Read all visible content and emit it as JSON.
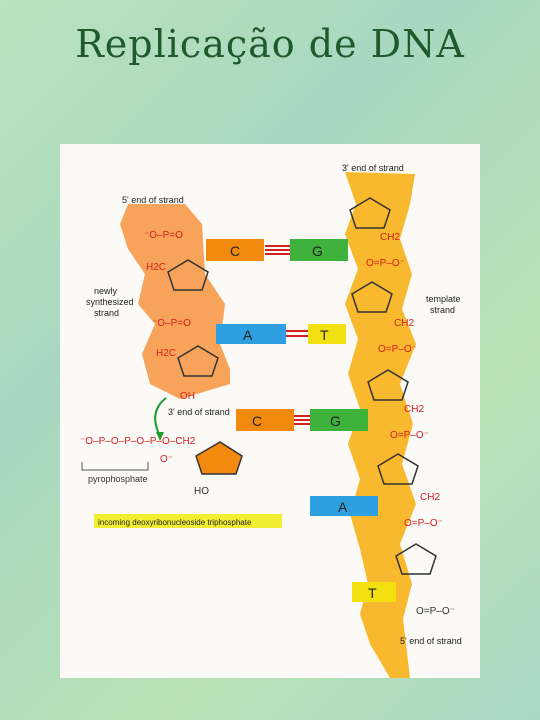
{
  "title": "Replicação de DNA",
  "labels": {
    "three_prime_end_top": "3' end of strand",
    "five_prime_end_left": "5' end of strand",
    "three_prime_end_mid": "3' end of strand",
    "five_prime_end_bottom": "5' end of strand",
    "newly_synthesized_1": "newly",
    "newly_synthesized_2": "synthesized",
    "newly_synthesized_3": "strand",
    "template_strand_1": "template",
    "template_strand_2": "strand",
    "pyrophosphate": "pyrophosphate",
    "incoming": "incoming deoxyribonucleoside triphosphate"
  },
  "bases": {
    "c1": "C",
    "g1": "G",
    "a1": "A",
    "t1": "T",
    "c2": "C",
    "g2": "G",
    "a2": "A",
    "t2": "T"
  },
  "chem": {
    "o": "O",
    "oh": "OH",
    "ho": "HO",
    "ch2": "CH2",
    "h2c": "H2C",
    "p": "P",
    "phosphate_left": "⁻O–P=O",
    "phosphate_right": "O=P–O⁻",
    "triphosphate": "⁻O–P–O–P–O–P–O–CH2",
    "o_minus": "O⁻"
  },
  "colors": {
    "orange": "#f7a45a",
    "yellow_strand": "#f9b92e",
    "c_box": "#f28a10",
    "g_box": "#3fb23c",
    "a_box": "#2e9fe0",
    "t_box": "#f2e011",
    "incoming_bar": "#f2ee32",
    "chem_red": "#d22020",
    "title_green": "#1f5a2c"
  }
}
